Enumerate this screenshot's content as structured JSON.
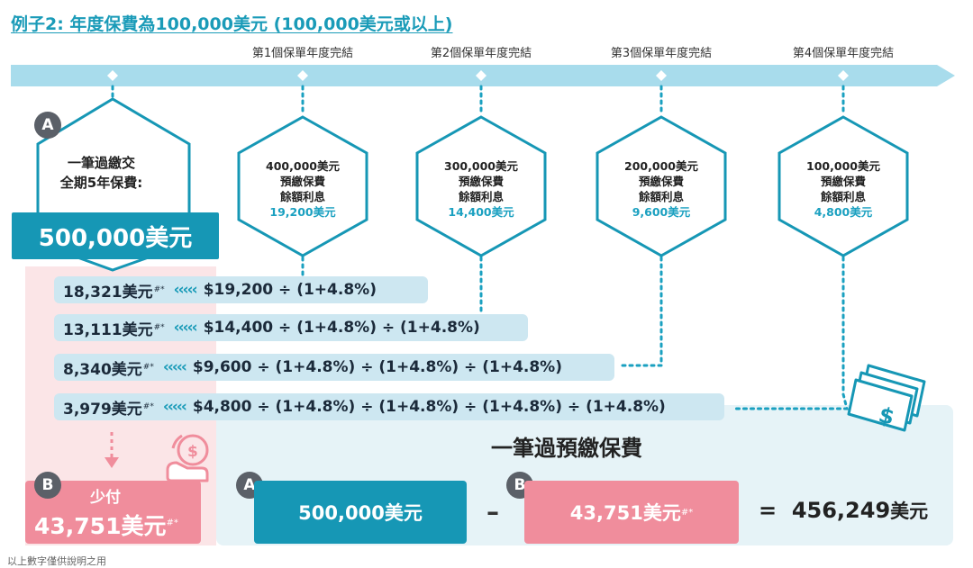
{
  "title": "例子2: 年度保費為100,000美元 (100,000美元或以上)",
  "year_labels": [
    "第1個保單年度完結",
    "第2個保單年度完結",
    "第3個保單年度完結",
    "第4個保單年度完結"
  ],
  "hexagon_a": {
    "badge": "A",
    "line1": "一筆過繳交",
    "line2": "全期5年保費:"
  },
  "total_payment": "500,000美元",
  "hexagons": [
    {
      "line1": "400,000美元",
      "line2": "預繳保費",
      "line3": "餘額利息",
      "interest": "19,200美元"
    },
    {
      "line1": "300,000美元",
      "line2": "預繳保費",
      "line3": "餘額利息",
      "interest": "14,400美元"
    },
    {
      "line1": "200,000美元",
      "line2": "預繳保費",
      "line3": "餘額利息",
      "interest": "9,600美元"
    },
    {
      "line1": "100,000美元",
      "line2": "預繳保費",
      "line3": "餘額利息",
      "interest": "4,800美元"
    }
  ],
  "calc_rows": [
    {
      "value": "18,321美元",
      "mark": "#*",
      "arrows": "‹‹‹‹‹",
      "formula": "$19,200 ÷ (1+4.8%)"
    },
    {
      "value": "13,111美元",
      "mark": "#*",
      "arrows": "‹‹‹‹‹",
      "formula": "$14,400 ÷ (1+4.8%) ÷ (1+4.8%)"
    },
    {
      "value": "8,340美元",
      "mark": "#*",
      "arrows": "‹‹‹‹‹",
      "formula": "$9,600 ÷ (1+4.8%) ÷ (1+4.8%) ÷ (1+4.8%)"
    },
    {
      "value": "3,979美元",
      "mark": "#*",
      "arrows": "‹‹‹‹‹",
      "formula": "$4,800 ÷ (1+4.8%) ÷ (1+4.8%) ÷ (1+4.8%) ÷ (1+4.8%)"
    }
  ],
  "prepay_title": "一筆過預繳保費",
  "savings": {
    "badge": "B",
    "label": "少付",
    "value": "43,751美元",
    "mark": "#*"
  },
  "equation": {
    "a_badge": "A",
    "a_value": "500,000美元",
    "minus": "–",
    "b_badge": "B",
    "b_value": "43,751美元",
    "b_mark": "#*",
    "equals": "=",
    "result": "456,249",
    "result_unit": "美元"
  },
  "footnote": "以上數字僅供說明之用",
  "colors": {
    "teal": "#1697b5",
    "light_teal": "#cde7f1",
    "pink": "#f08d9c",
    "light_pink": "#fbe5e7",
    "badge_gray": "#5b6068"
  },
  "icons": {
    "money": "banknote-dollar-icon",
    "savings": "coin-wallet-icon"
  }
}
